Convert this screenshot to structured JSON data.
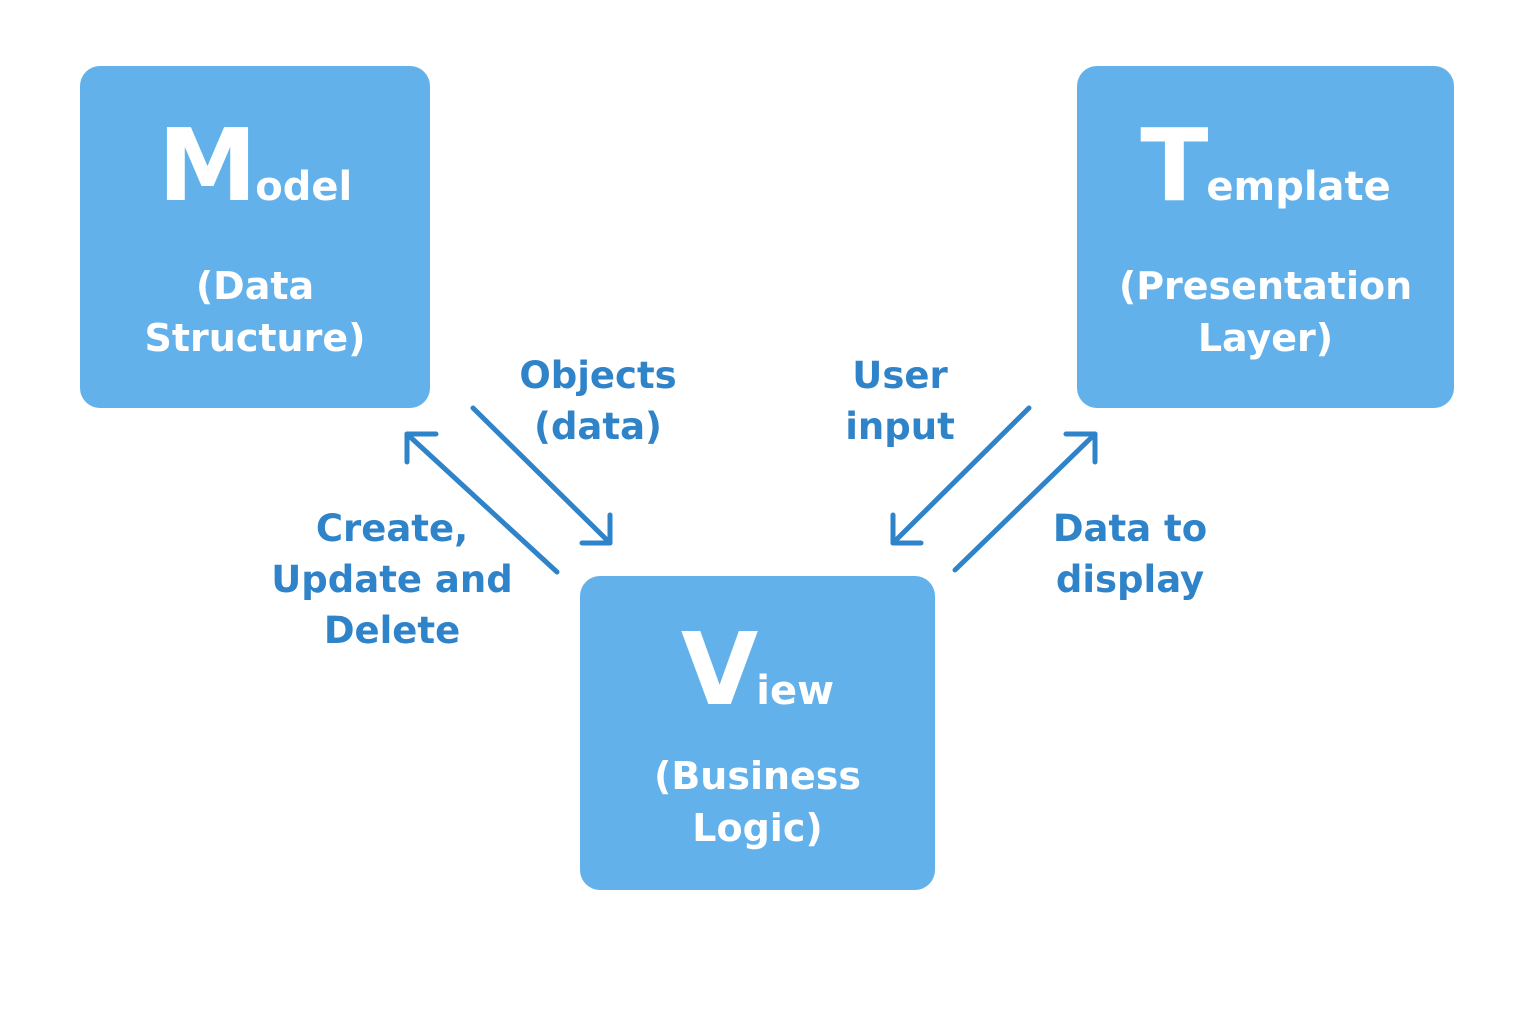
{
  "boxes": {
    "model": {
      "initial": "M",
      "rest": "odel",
      "line1": "(Data",
      "line2": "Structure)"
    },
    "template": {
      "initial": "T",
      "rest": "emplate",
      "line1": "(Presentation",
      "line2": "Layer)"
    },
    "view": {
      "initial": "V",
      "rest": "iew",
      "line1": "(Business",
      "line2": "Logic)"
    }
  },
  "labels": {
    "objects": {
      "line1": "Objects",
      "line2": "(data)"
    },
    "user_input": {
      "line1": "User",
      "line2": "input"
    },
    "crud": {
      "line1": "Create,",
      "line2": "Update and",
      "line3": "Delete"
    },
    "data_to_display": {
      "line1": "Data to",
      "line2": "display"
    }
  },
  "colors": {
    "box_fill": "#62b1ea",
    "box_text": "#ffffff",
    "label_text": "#2f83c9",
    "arrow": "#2f83c9"
  },
  "icons": {
    "arrow": "arrow-icon"
  }
}
